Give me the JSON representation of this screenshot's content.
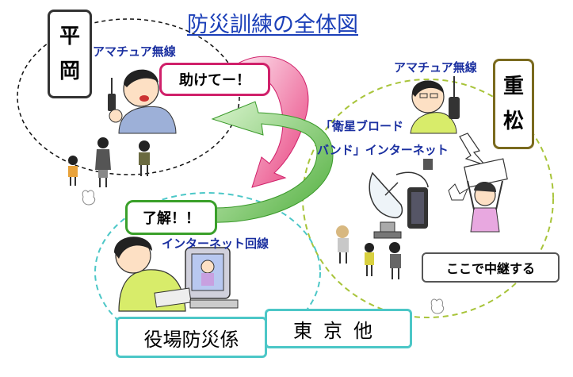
{
  "title": "防災訓練の全体図",
  "places": {
    "hirao_top": "平",
    "hirao_bottom": "岡",
    "shigematsu_top": "重",
    "shigematsu_bottom": "松"
  },
  "labels": {
    "amateur_radio_left": "アマチュア無線",
    "amateur_radio_right": "アマチュア無線",
    "satellite_line1": "「衛星ブロード",
    "satellite_line2": "バンド」インターネット",
    "internet_line": "インターネット回線"
  },
  "bubbles": {
    "help": "助けてー！",
    "roger": "了解！！"
  },
  "boxes": {
    "relay": "ここで中継する",
    "office": "役場防災係",
    "tokyo": "東京他"
  },
  "colors": {
    "title_blue": "#1b3fb8",
    "help_pink": "#e8407e",
    "ok_green": "#8fd47a",
    "cyan_border": "#4cc7c7",
    "olive_border": "#7a6a1e"
  }
}
